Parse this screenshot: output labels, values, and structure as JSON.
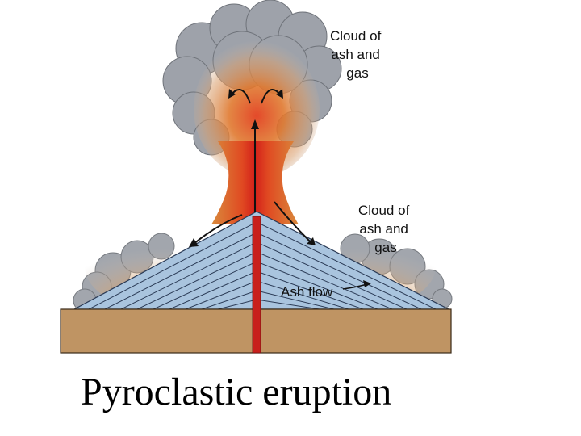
{
  "labels": {
    "cloud_top": [
      "Cloud of",
      "ash and",
      "gas"
    ],
    "cloud_side": [
      "Cloud of",
      "ash and",
      "gas"
    ],
    "ash_flow": "Ash flow"
  },
  "caption": "Pyroclastic eruption",
  "colors": {
    "ash_cloud": "#9a9ea6",
    "hot_gas": "#d9772f",
    "magma": "#c8201c",
    "volcano_layers": "#a9c4de",
    "layer_lines": "#2a3a55",
    "ground": "#bf9463"
  }
}
